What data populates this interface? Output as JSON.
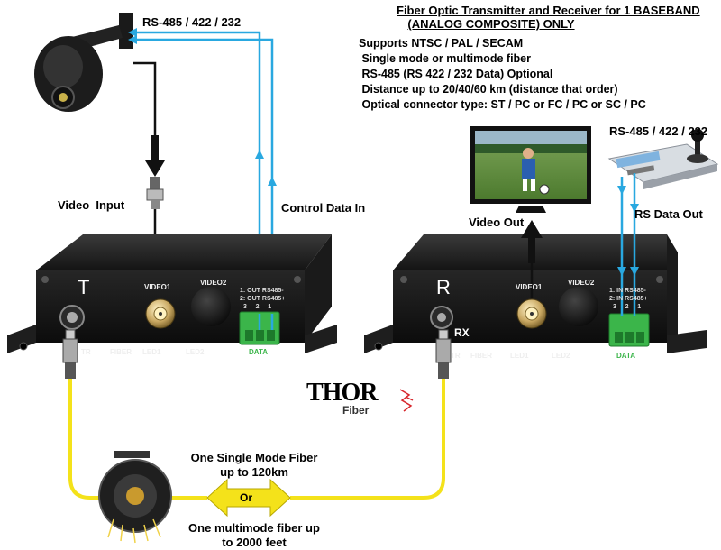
{
  "header": {
    "line1": "Fiber Optic Transmitter and Receiver for 1 BASEBAND",
    "line2": "(ANALOG COMPOSITE) ONLY"
  },
  "features": [
    "Supports NTSC / PAL / SECAM",
    " Single mode or multimode fiber",
    " RS-485 (RS 422 / 232 Data) Optional",
    " Distance up to 20/40/60 km (distance that order)",
    " Optical connector type: ST / PC or FC / PC or SC / PC"
  ],
  "labels": {
    "rs485_top": "RS-485 / 422 / 232",
    "video_input": "Video  Input",
    "control_data_in": "Control Data In",
    "rs485_right": "RS-485 / 422 / 232",
    "video_out": "Video Out",
    "rs_data_out": "RS Data Out",
    "single_mode": "One Single Mode Fiber",
    "single_mode_2": "up to 120km",
    "or": "Or",
    "multimode": "One multimode fiber up",
    "multimode_2": "to 2000 feet",
    "rx": "RX"
  },
  "transmitter": {
    "letter": "T",
    "video1": "VIDEO1",
    "video2": "VIDEO2",
    "led1": "LED1",
    "led2": "LED2",
    "fiber": "FIBER",
    "tr": "TR",
    "data": "DATA",
    "term1": "1: OUT RS485-",
    "term2": "2: OUT RS485+",
    "term_nums": "3     2     1"
  },
  "receiver": {
    "letter": "R",
    "video1": "VIDEO1",
    "video2": "VIDEO2",
    "led1": "LED1",
    "led2": "LED2",
    "fiber": "FIBER",
    "tr": "TR",
    "data": "DATA",
    "term1": "1: IN RS485-",
    "term2": "2: IN RS485+",
    "term_nums": "3     2     1"
  },
  "logo": {
    "brand": "THOR",
    "sub": "Fiber"
  },
  "colors": {
    "cable_blue": "#29a8e0",
    "fiber_yellow": "#f4e21a",
    "terminal_green": "#3bb54a",
    "logo_red": "#d7262c"
  }
}
